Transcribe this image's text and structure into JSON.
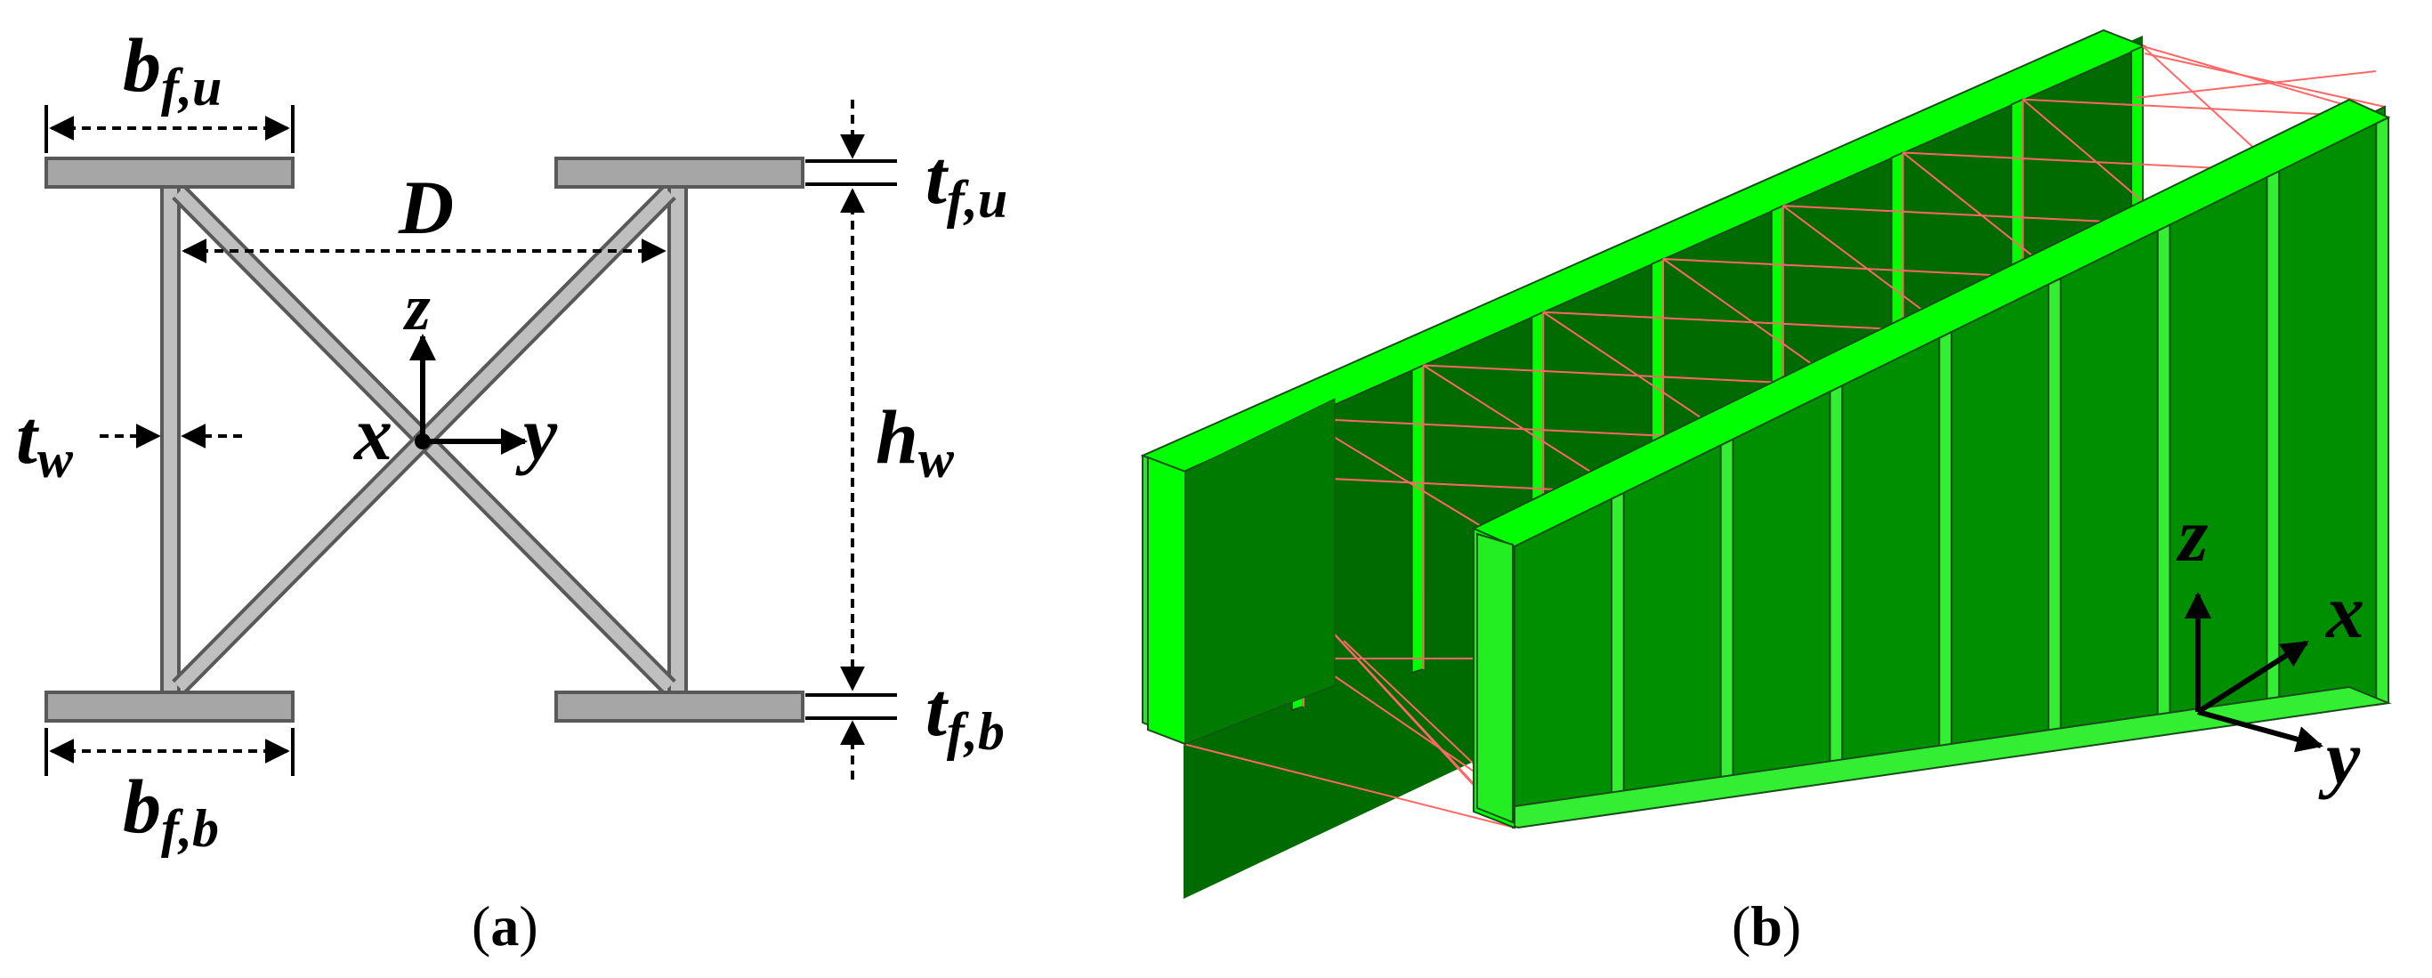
{
  "panel_a": {
    "caption_open": "(",
    "caption_letter": "a",
    "caption_close": ")",
    "labels": {
      "bfu_main": "b",
      "bfu_sub": "f,u",
      "bfb_main": "b",
      "bfb_sub": "f,b",
      "D": "D",
      "tfu_main": "t",
      "tfu_sub": "f,u",
      "tfb_main": "t",
      "tfb_sub": "f,b",
      "hw_main": "h",
      "hw_sub": "w",
      "tw_main": "t",
      "tw_sub": "w",
      "axis_x": "x",
      "axis_y": "y",
      "axis_z": "z"
    },
    "colors": {
      "flange_fill": "#a6a6a6",
      "web_fill": "#bfbfbf",
      "outline": "#595959"
    }
  },
  "panel_b": {
    "caption_open": "(",
    "caption_letter": "b",
    "caption_close": ")",
    "axes": {
      "x": "x",
      "y": "y",
      "z": "z"
    },
    "colors": {
      "bright_green": "#00ff00",
      "mid_green": "#33ee33",
      "dark_green": "#009900",
      "bracing": "#ff6666",
      "edge": "#1a4d1a"
    }
  }
}
